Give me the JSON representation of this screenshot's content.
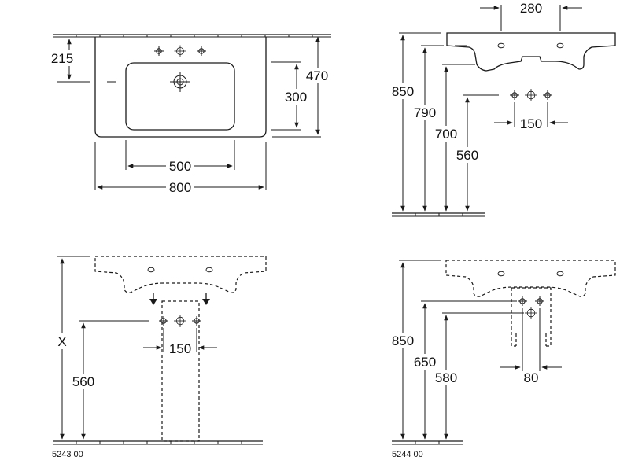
{
  "top_left_view": {
    "dimensions": [
      "215",
      "470",
      "300",
      "500",
      "800"
    ]
  },
  "top_right_view": {
    "dimensions": [
      "280",
      "850",
      "790",
      "700",
      "560",
      "150"
    ]
  },
  "bottom_left_view": {
    "dimensions": [
      "X",
      "560",
      "150"
    ],
    "article_code": "5243 00"
  },
  "bottom_right_view": {
    "dimensions": [
      "850",
      "650",
      "580",
      "80"
    ],
    "article_code": "5244 00"
  }
}
